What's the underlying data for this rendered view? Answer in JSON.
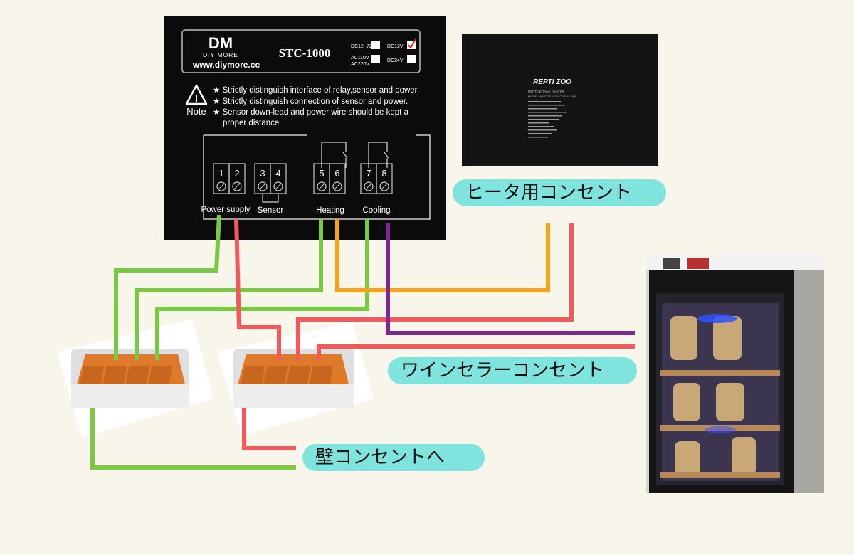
{
  "controller": {
    "brand_letters": "DM",
    "brand_name": "DIY MORE",
    "model": "STC-1000",
    "website": "www.diymore.cc",
    "voltage_options": [
      {
        "label": "DC12~72V",
        "checked": false
      },
      {
        "label": "DC12V",
        "checked": true
      },
      {
        "label": "AC110V",
        "label2": "AC220V",
        "checked": false
      },
      {
        "label": "DC24V",
        "checked": false
      }
    ],
    "note_label": "Note",
    "notes": [
      "★ Strictly distinguish interface of relay,sensor and power.",
      "★ Strictly distinguish connection of sensor and power.",
      "★ Sensor down-lead and power wire should be kept a",
      "proper distance."
    ],
    "terminals": [
      "1",
      "2",
      "3",
      "4",
      "5",
      "6",
      "7",
      "8"
    ],
    "groups": [
      "Power supply",
      "Sensor",
      "Heating",
      "Cooling"
    ]
  },
  "heater": {
    "brand": "REPTI ZOO",
    "subtitle": "REPTILE TANK HEATER",
    "spec": "MODEL: HM021S 110VAC 60Hz 16W"
  },
  "labels": {
    "heater_outlet": "ヒータ用コンセント",
    "wine_outlet": "ワインセラーコンセント",
    "wall_outlet": "壁コンセントへ"
  },
  "colors": {
    "green": "#7ac943",
    "red": "#f05a5a",
    "orange": "#f7a21b",
    "purple": "#7b2a8c",
    "label_bg": "#7fe3de",
    "background": "#f8f5ea"
  }
}
